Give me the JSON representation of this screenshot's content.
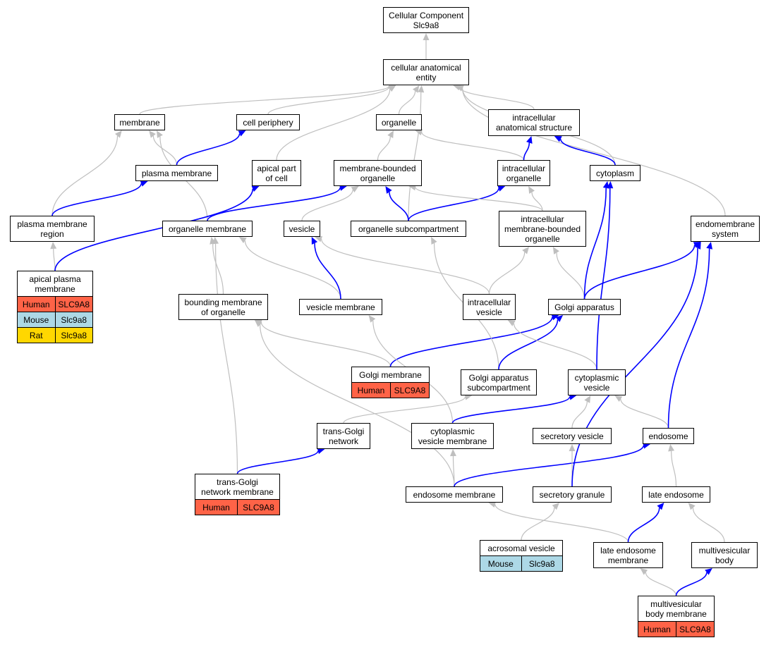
{
  "colors": {
    "gray_edge": "#bfbfbf",
    "blue_edge": "#0000ff",
    "human": "#ff6347",
    "mouse": "#add8e6",
    "rat": "#ffd700"
  },
  "nodes": {
    "cc_root": {
      "label": "Cellular Component\nSlc9a8"
    },
    "cae": {
      "label": "cellular anatomical\nentity"
    },
    "membrane": {
      "label": "membrane"
    },
    "cell_periphery": {
      "label": "cell periphery"
    },
    "organelle": {
      "label": "organelle"
    },
    "ias": {
      "label": "intracellular\nanatomical structure"
    },
    "plasma_membrane": {
      "label": "plasma membrane"
    },
    "apical_part": {
      "label": "apical part\nof cell"
    },
    "mbo": {
      "label": "membrane-bounded\norganelle"
    },
    "intra_org": {
      "label": "intracellular\norganelle"
    },
    "cytoplasm": {
      "label": "cytoplasm"
    },
    "pmr": {
      "label": "plasma membrane\nregion"
    },
    "org_membrane": {
      "label": "organelle membrane"
    },
    "vesicle": {
      "label": "vesicle"
    },
    "org_subcomp": {
      "label": "organelle subcompartment"
    },
    "imbo": {
      "label": "intracellular\nmembrane-bounded\norganelle"
    },
    "endomembrane": {
      "label": "endomembrane\nsystem"
    },
    "apm": {
      "label": "apical plasma\nmembrane",
      "ann": [
        [
          "Human",
          "SLC9A8"
        ],
        [
          "Mouse",
          "Slc9a8"
        ],
        [
          "Rat",
          "Slc9a8"
        ]
      ]
    },
    "bmo": {
      "label": "bounding membrane\nof organelle"
    },
    "ves_membrane": {
      "label": "vesicle membrane"
    },
    "intra_vesicle": {
      "label": "intracellular\nvesicle"
    },
    "golgi": {
      "label": "Golgi apparatus"
    },
    "golgi_membrane": {
      "label": "Golgi membrane",
      "ann": [
        [
          "Human",
          "SLC9A8"
        ]
      ]
    },
    "gas": {
      "label": "Golgi apparatus\nsubcompartment"
    },
    "cyt_vesicle": {
      "label": "cytoplasmic\nvesicle"
    },
    "tgn": {
      "label": "trans-Golgi\nnetwork"
    },
    "cvm": {
      "label": "cytoplasmic\nvesicle membrane"
    },
    "sec_vesicle": {
      "label": "secretory vesicle"
    },
    "endosome": {
      "label": "endosome"
    },
    "tgn_membrane": {
      "label": "trans-Golgi\nnetwork membrane",
      "ann": [
        [
          "Human",
          "SLC9A8"
        ]
      ]
    },
    "endo_membrane": {
      "label": "endosome membrane"
    },
    "sec_granule": {
      "label": "secretory granule"
    },
    "late_endo": {
      "label": "late endosome"
    },
    "acrosomal": {
      "label": "acrosomal vesicle",
      "ann": [
        [
          "Mouse",
          "Slc9a8"
        ]
      ]
    },
    "lem": {
      "label": "late endosome\nmembrane"
    },
    "mvb": {
      "label": "multivesicular\nbody"
    },
    "mvbm": {
      "label": "multivesicular\nbody membrane",
      "ann": [
        [
          "Human",
          "SLC9A8"
        ]
      ]
    }
  },
  "edges": [
    {
      "from": "cae",
      "to": "cc_root",
      "kind": "gray"
    },
    {
      "from": "membrane",
      "to": "cae",
      "kind": "gray"
    },
    {
      "from": "cell_periphery",
      "to": "cae",
      "kind": "gray"
    },
    {
      "from": "organelle",
      "to": "cae",
      "kind": "gray"
    },
    {
      "from": "ias",
      "to": "cae",
      "kind": "gray"
    },
    {
      "from": "apical_part",
      "to": "cae",
      "kind": "gray"
    },
    {
      "from": "org_subcomp",
      "to": "cae",
      "kind": "gray"
    },
    {
      "from": "cytoplasm",
      "to": "cae",
      "kind": "gray"
    },
    {
      "from": "endomembrane",
      "to": "cae",
      "kind": "gray"
    },
    {
      "from": "plasma_membrane",
      "to": "membrane",
      "kind": "gray"
    },
    {
      "from": "plasma_membrane",
      "to": "cell_periphery",
      "kind": "blue"
    },
    {
      "from": "pmr",
      "to": "membrane",
      "kind": "gray"
    },
    {
      "from": "pmr",
      "to": "plasma_membrane",
      "kind": "blue"
    },
    {
      "from": "org_membrane",
      "to": "membrane",
      "kind": "gray"
    },
    {
      "from": "org_membrane",
      "to": "mbo",
      "kind": "blue"
    },
    {
      "from": "mbo",
      "to": "organelle",
      "kind": "gray"
    },
    {
      "from": "intra_org",
      "to": "organelle",
      "kind": "gray"
    },
    {
      "from": "intra_org",
      "to": "ias",
      "kind": "blue"
    },
    {
      "from": "cytoplasm",
      "to": "ias",
      "kind": "blue"
    },
    {
      "from": "vesicle",
      "to": "mbo",
      "kind": "gray"
    },
    {
      "from": "org_subcomp",
      "to": "mbo",
      "kind": "blue"
    },
    {
      "from": "org_subcomp",
      "to": "intra_org",
      "kind": "blue"
    },
    {
      "from": "imbo",
      "to": "mbo",
      "kind": "gray"
    },
    {
      "from": "imbo",
      "to": "intra_org",
      "kind": "gray"
    },
    {
      "from": "apm",
      "to": "pmr",
      "kind": "gray"
    },
    {
      "from": "apm",
      "to": "apical_part",
      "kind": "blue"
    },
    {
      "from": "bmo",
      "to": "org_membrane",
      "kind": "gray"
    },
    {
      "from": "ves_membrane",
      "to": "org_membrane",
      "kind": "gray"
    },
    {
      "from": "ves_membrane",
      "to": "vesicle",
      "kind": "blue"
    },
    {
      "from": "intra_vesicle",
      "to": "vesicle",
      "kind": "gray"
    },
    {
      "from": "intra_vesicle",
      "to": "imbo",
      "kind": "gray"
    },
    {
      "from": "golgi",
      "to": "imbo",
      "kind": "gray"
    },
    {
      "from": "golgi",
      "to": "cytoplasm",
      "kind": "blue"
    },
    {
      "from": "golgi",
      "to": "endomembrane",
      "kind": "blue"
    },
    {
      "from": "golgi_membrane",
      "to": "bmo",
      "kind": "gray"
    },
    {
      "from": "golgi_membrane",
      "to": "golgi",
      "kind": "blue"
    },
    {
      "from": "gas",
      "to": "org_subcomp",
      "kind": "gray"
    },
    {
      "from": "gas",
      "to": "golgi",
      "kind": "blue"
    },
    {
      "from": "cyt_vesicle",
      "to": "intra_vesicle",
      "kind": "gray"
    },
    {
      "from": "cyt_vesicle",
      "to": "cytoplasm",
      "kind": "blue"
    },
    {
      "from": "tgn",
      "to": "gas",
      "kind": "gray"
    },
    {
      "from": "cvm",
      "to": "ves_membrane",
      "kind": "gray"
    },
    {
      "from": "cvm",
      "to": "cyt_vesicle",
      "kind": "blue"
    },
    {
      "from": "sec_vesicle",
      "to": "cyt_vesicle",
      "kind": "gray"
    },
    {
      "from": "endosome",
      "to": "cyt_vesicle",
      "kind": "gray"
    },
    {
      "from": "endosome",
      "to": "endomembrane",
      "kind": "blue"
    },
    {
      "from": "tgn_membrane",
      "to": "org_membrane",
      "kind": "gray"
    },
    {
      "from": "tgn_membrane",
      "to": "tgn",
      "kind": "blue"
    },
    {
      "from": "endo_membrane",
      "to": "bmo",
      "kind": "gray"
    },
    {
      "from": "endo_membrane",
      "to": "cvm",
      "kind": "gray"
    },
    {
      "from": "endo_membrane",
      "to": "endosome",
      "kind": "blue"
    },
    {
      "from": "sec_granule",
      "to": "sec_vesicle",
      "kind": "gray"
    },
    {
      "from": "sec_granule",
      "to": "endomembrane",
      "kind": "blue"
    },
    {
      "from": "late_endo",
      "to": "endosome",
      "kind": "gray"
    },
    {
      "from": "acrosomal",
      "to": "sec_granule",
      "kind": "gray"
    },
    {
      "from": "lem",
      "to": "endo_membrane",
      "kind": "gray"
    },
    {
      "from": "lem",
      "to": "late_endo",
      "kind": "blue"
    },
    {
      "from": "mvb",
      "to": "late_endo",
      "kind": "gray"
    },
    {
      "from": "mvbm",
      "to": "lem",
      "kind": "gray"
    },
    {
      "from": "mvbm",
      "to": "mvb",
      "kind": "blue"
    }
  ]
}
